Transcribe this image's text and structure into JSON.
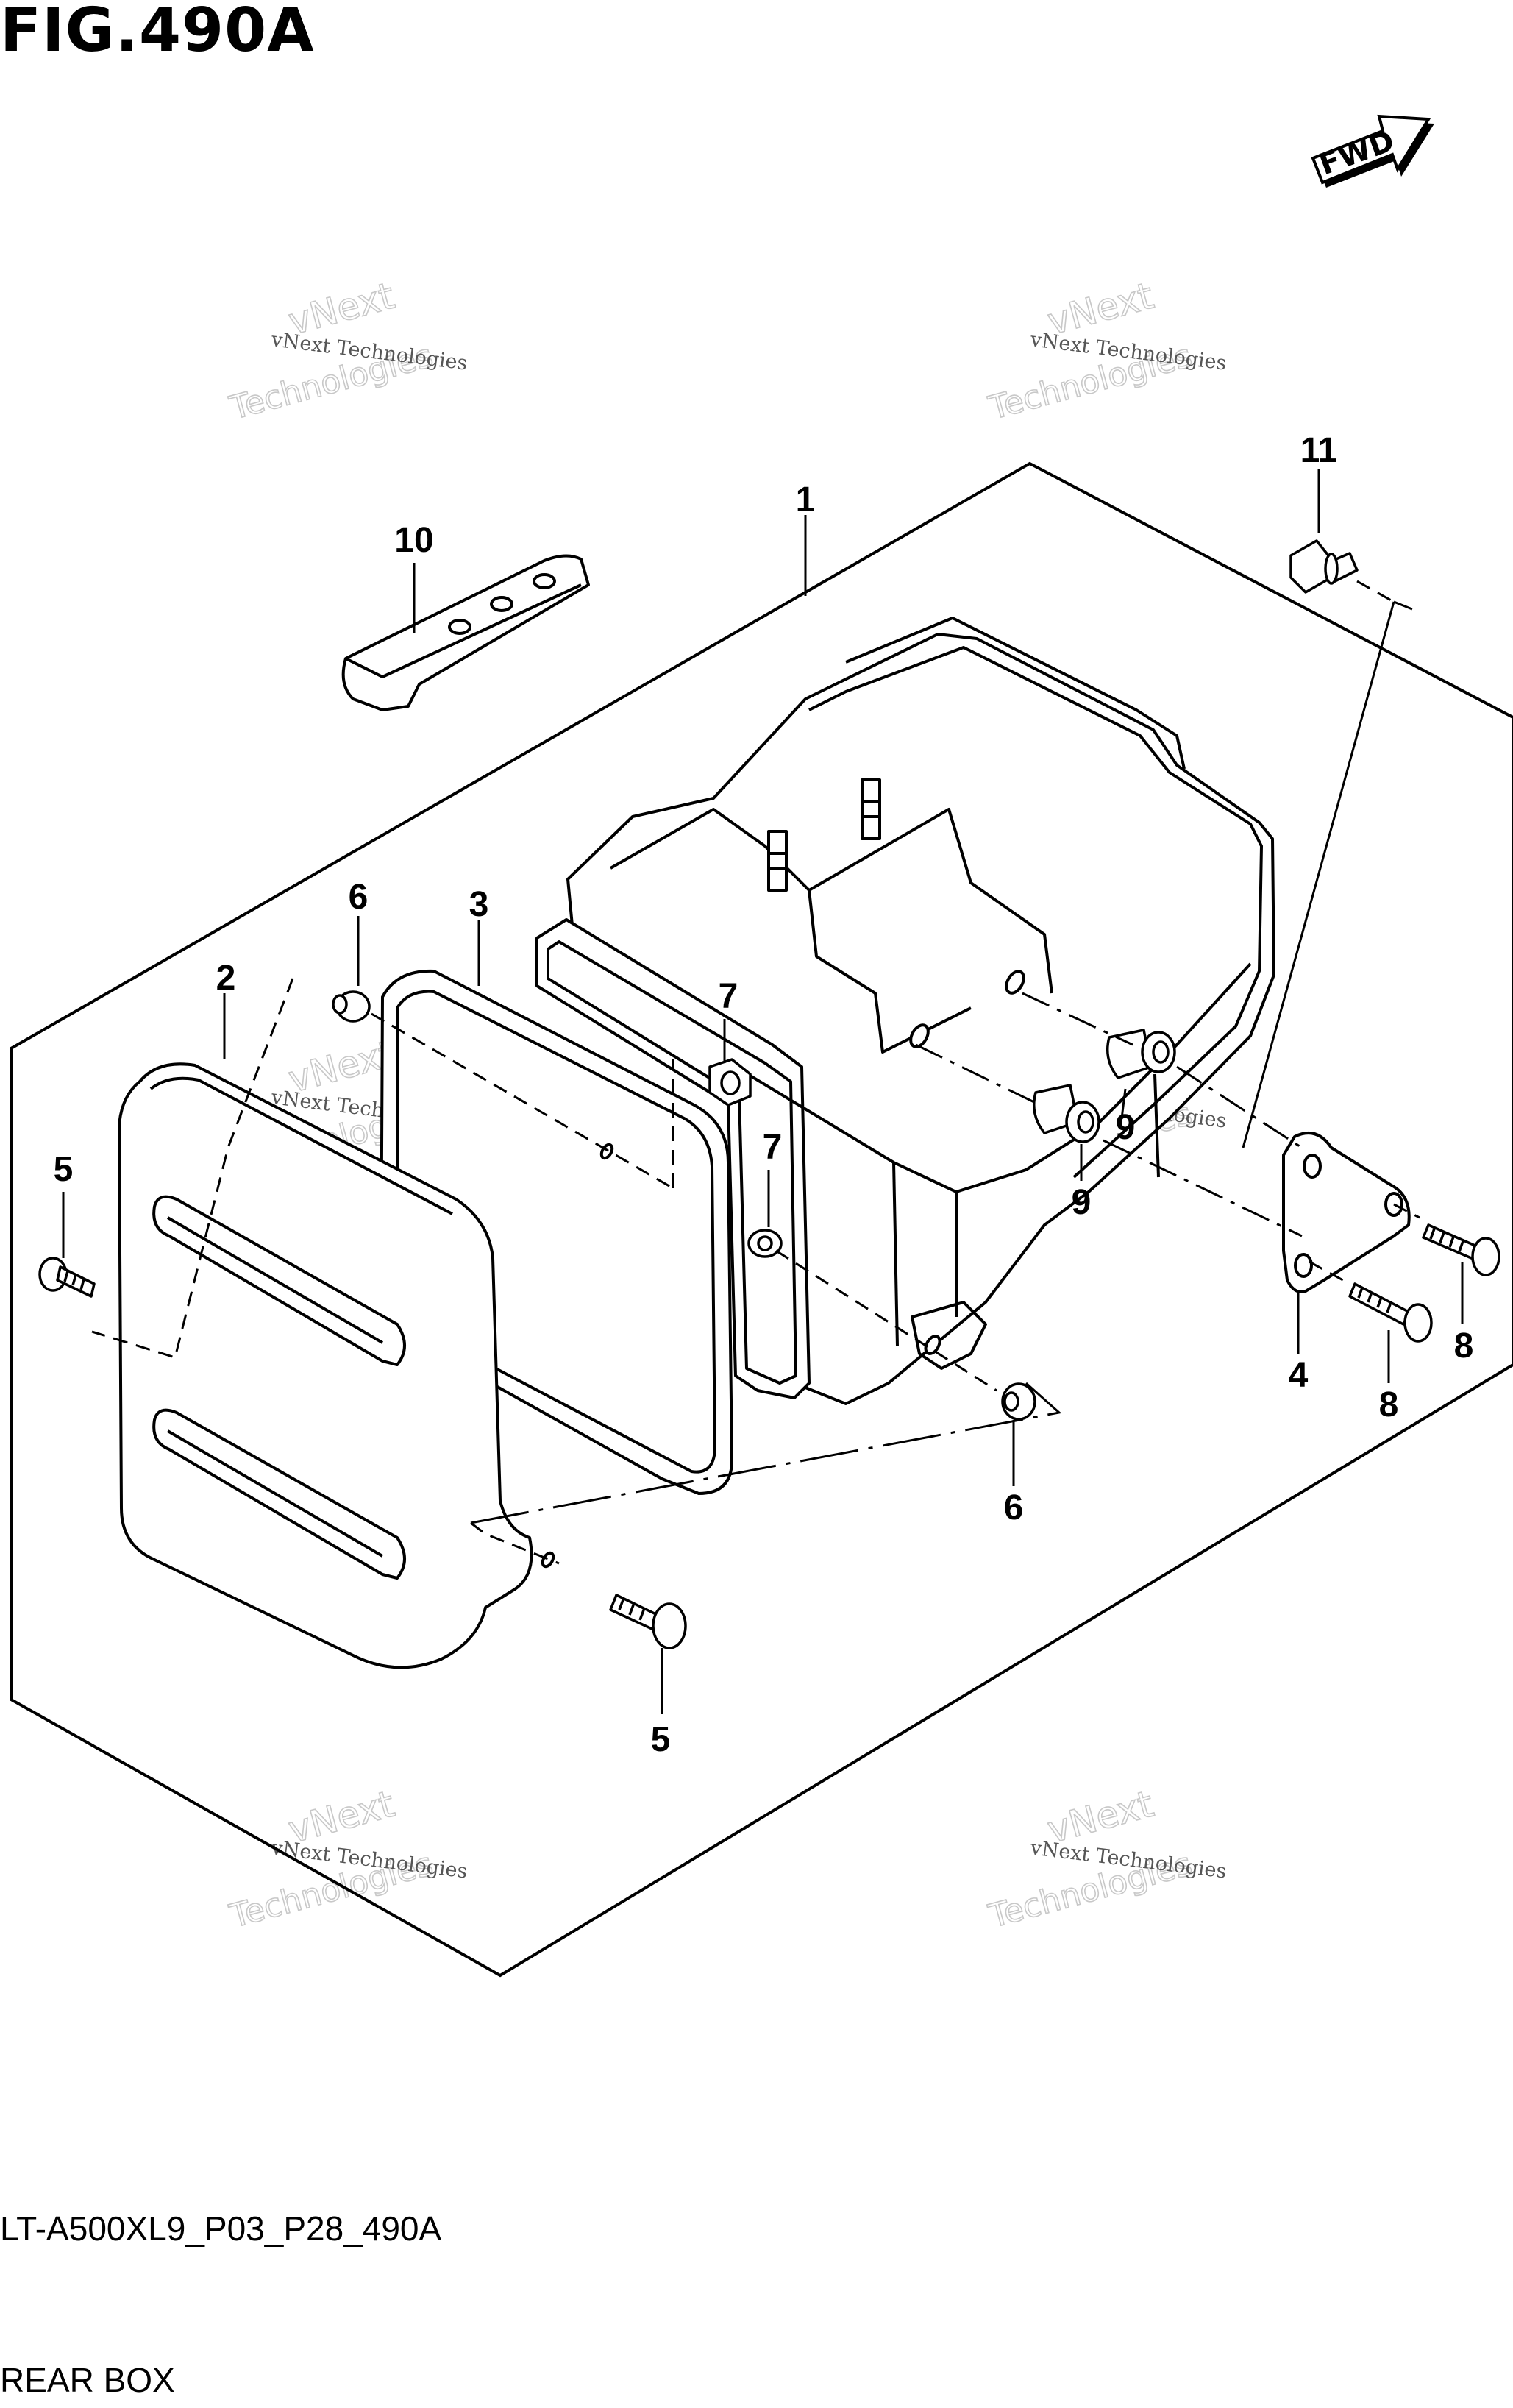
{
  "figure": {
    "title": "FIG.490A",
    "code": "LT-A500XL9_P03_P28_490A",
    "name": "REAR BOX"
  },
  "fwd_label": "FWD",
  "callouts": [
    {
      "id": "1",
      "text": "1"
    },
    {
      "id": "2",
      "text": "2"
    },
    {
      "id": "3",
      "text": "3"
    },
    {
      "id": "4",
      "text": "4"
    },
    {
      "id": "5a",
      "text": "5"
    },
    {
      "id": "5b",
      "text": "5"
    },
    {
      "id": "6a",
      "text": "6"
    },
    {
      "id": "6b",
      "text": "6"
    },
    {
      "id": "7a",
      "text": "7"
    },
    {
      "id": "7b",
      "text": "7"
    },
    {
      "id": "8a",
      "text": "8"
    },
    {
      "id": "8b",
      "text": "8"
    },
    {
      "id": "9a",
      "text": "9"
    },
    {
      "id": "9b",
      "text": "9"
    },
    {
      "id": "10",
      "text": "10"
    },
    {
      "id": "11",
      "text": "11"
    }
  ],
  "watermark": {
    "line1": "vNext Technologies",
    "line2": "vNext",
    "line3": "Technologies"
  }
}
